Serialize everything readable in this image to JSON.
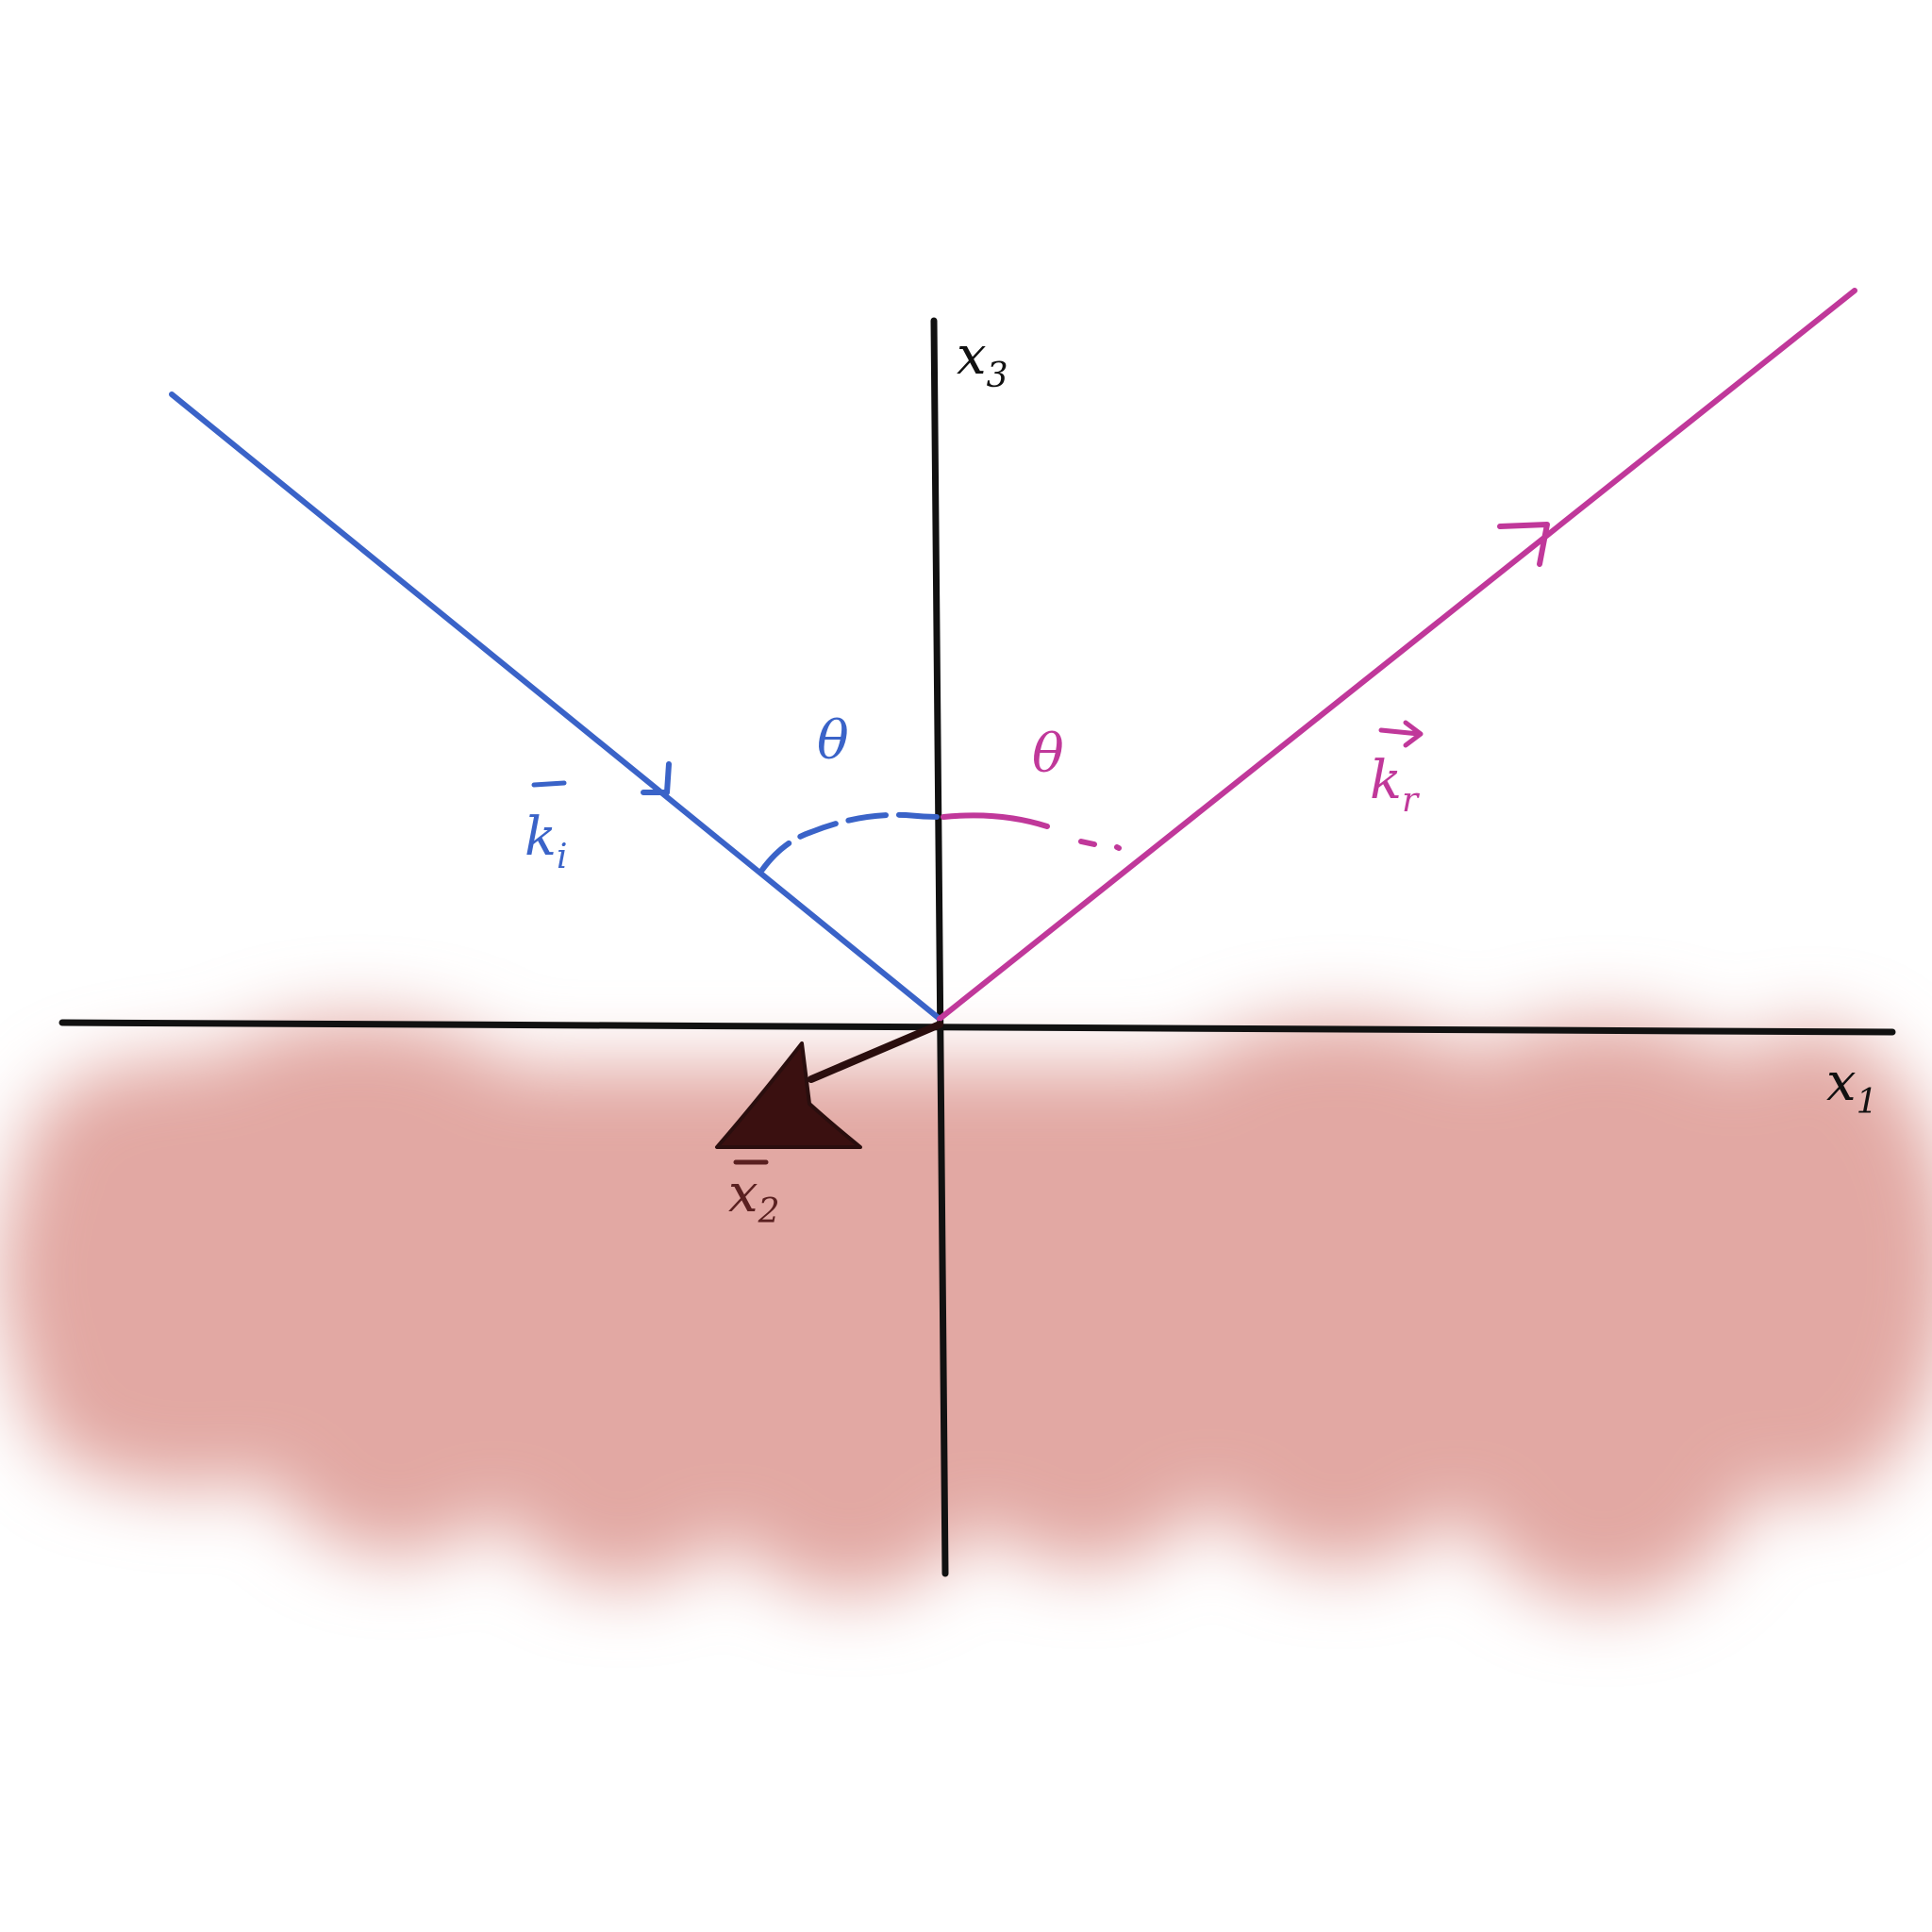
{
  "colors": {
    "background": "#ffffff",
    "axis": "#111111",
    "incident": "#3a63c8",
    "reflected": "#c0389a",
    "medium": "#e2a8a3",
    "x2_arrow": "#3a1010"
  },
  "labels": {
    "x3_axis": "x",
    "x3_sub": "3",
    "x1_axis": "x",
    "x1_sub": "1",
    "x2_axis": "x",
    "x2_sub": "2",
    "k_incident": "k",
    "k_incident_sub": "i",
    "k_reflected": "k",
    "k_reflected_sub": "r",
    "theta_left": "θ",
    "theta_right": "θ"
  }
}
